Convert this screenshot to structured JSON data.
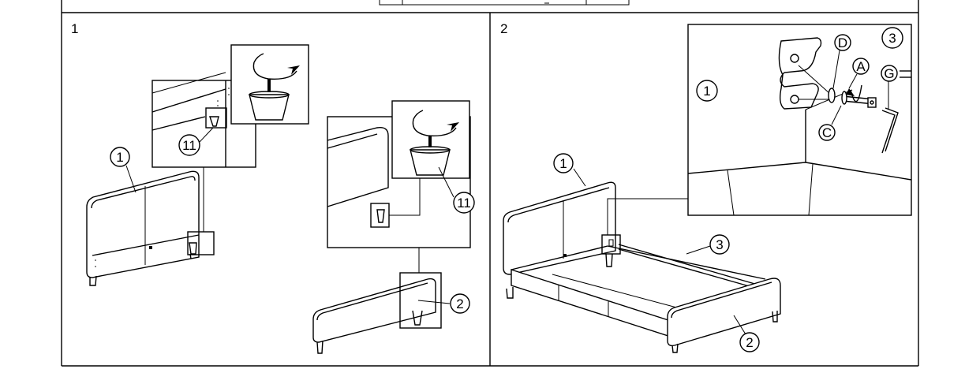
{
  "steps": [
    {
      "number": "1",
      "callouts": {
        "headboard": "1",
        "leg_detail": "11",
        "leg_zoom": "11",
        "footboard": "2"
      }
    },
    {
      "number": "2",
      "callouts": {
        "headboard": "1",
        "rail": "3",
        "footboard": "2",
        "detail_headboard": "1",
        "detail_rail": "3",
        "part_a": "A",
        "part_c": "C",
        "part_d": "D",
        "part_g": "G"
      }
    }
  ],
  "colors": {
    "line": "#000000",
    "background": "#ffffff",
    "fill": "#ffffff"
  },
  "icons": [
    "rotate-arrow-icon",
    "bed-leg-icon",
    "allen-key-icon",
    "bolt-icon",
    "washer-icon"
  ]
}
